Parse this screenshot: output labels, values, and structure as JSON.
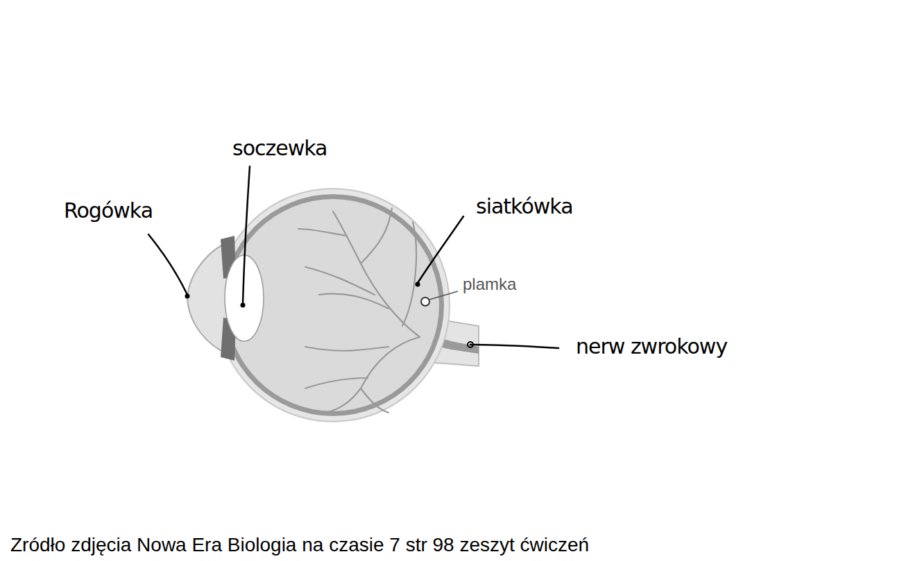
{
  "diagram": {
    "caption": "Zródło zdjęcia Nowa Era Biologia na czasie 7 str 98 zeszyt ćwiczeń",
    "labels": [
      "soczewka",
      "Rogówka",
      "siatkówka",
      "plamka",
      "nerw zwrokowy"
    ]
  }
}
